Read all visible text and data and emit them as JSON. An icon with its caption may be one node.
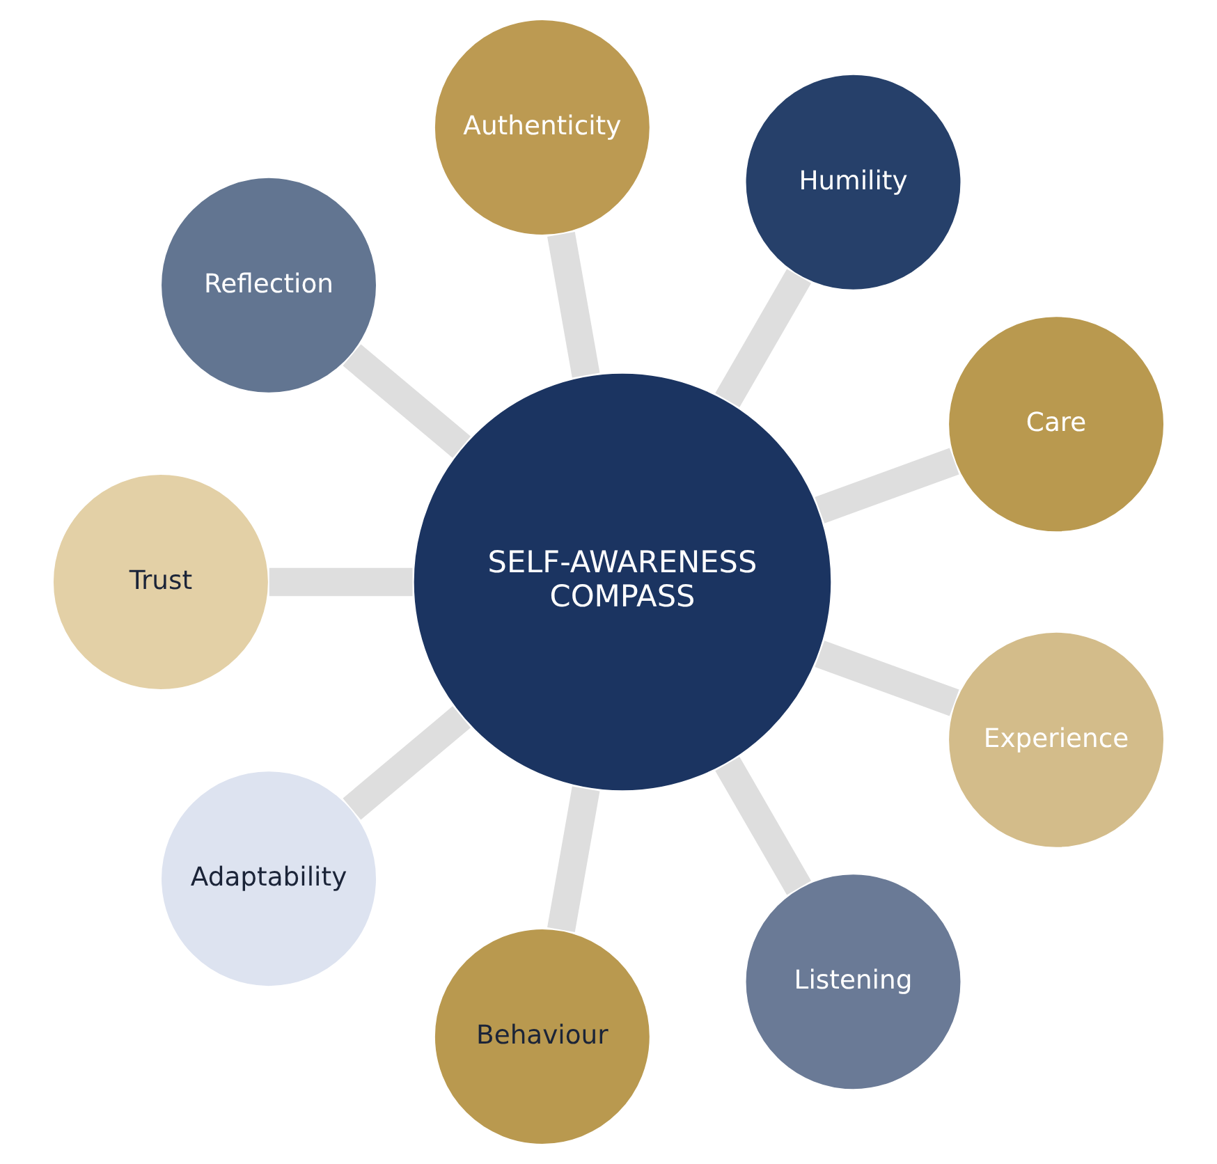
{
  "diagram": {
    "nodes": [
      {
        "text": [
          "SELF-AWARENESS COMPASS"
        ]
      },
      {
        "text": [
          "Care"
        ]
      },
      {
        "text": [
          "Humility"
        ]
      },
      {
        "text": [
          "Authenticity"
        ]
      },
      {
        "text": [
          "Reflection"
        ]
      },
      {
        "text": [
          "Trust"
        ]
      },
      {
        "text": [
          "Adaptability"
        ]
      },
      {
        "text": [
          "Behaviour"
        ]
      },
      {
        "text": [
          "Listening"
        ]
      },
      {
        "text": [
          "Experience"
        ]
      }
    ],
    "edges": [
      {
        "from": 0,
        "to": 1,
        "arrow": "none"
      },
      {
        "from": 0,
        "to": 2,
        "arrow": "none"
      },
      {
        "from": 0,
        "to": 3,
        "arrow": "none"
      },
      {
        "from": 0,
        "to": 4,
        "arrow": "none"
      },
      {
        "from": 0,
        "to": 5,
        "arrow": "none"
      },
      {
        "from": 0,
        "to": 6,
        "arrow": "none"
      },
      {
        "from": 0,
        "to": 7,
        "arrow": "none"
      },
      {
        "from": 0,
        "to": 8,
        "arrow": "none"
      },
      {
        "from": 0,
        "to": 9,
        "arrow": "none"
      }
    ]
  }
}
